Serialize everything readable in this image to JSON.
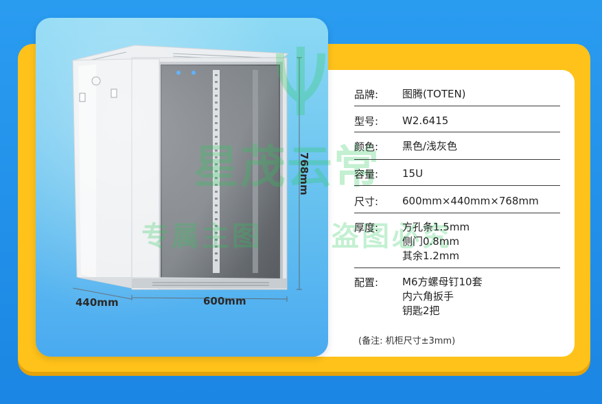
{
  "dimensions": {
    "width": "600mm",
    "depth": "440mm",
    "height": "768mm"
  },
  "specs": [
    {
      "label": "品牌:",
      "values": [
        "图腾(TOTEN)"
      ]
    },
    {
      "label": "型号:",
      "values": [
        "W2.6415"
      ]
    },
    {
      "label": "颜色:",
      "values": [
        "黑色/浅灰色"
      ]
    },
    {
      "label": "容量:",
      "values": [
        "15U"
      ]
    },
    {
      "label": "尺寸:",
      "values": [
        "600mm×440mm×768mm"
      ]
    },
    {
      "label": "厚度:",
      "values": [
        "方孔条1.5mm",
        "侧门0.8mm",
        "其余1.2mm"
      ]
    },
    {
      "label": "配置:",
      "values": [
        "M6方螺母钉10套",
        "内六角扳手",
        "钥匙2把"
      ]
    }
  ],
  "note": "(备注: 机柜尺寸±3mm)",
  "watermark": {
    "line1": "星茂云常",
    "line2a": "专属主图",
    "line2b": "盗图必究"
  },
  "colors": {
    "background": "#1e90e6",
    "frame": "#ffc21a",
    "panel": "#ffffff",
    "watermark": "#28c85a"
  }
}
